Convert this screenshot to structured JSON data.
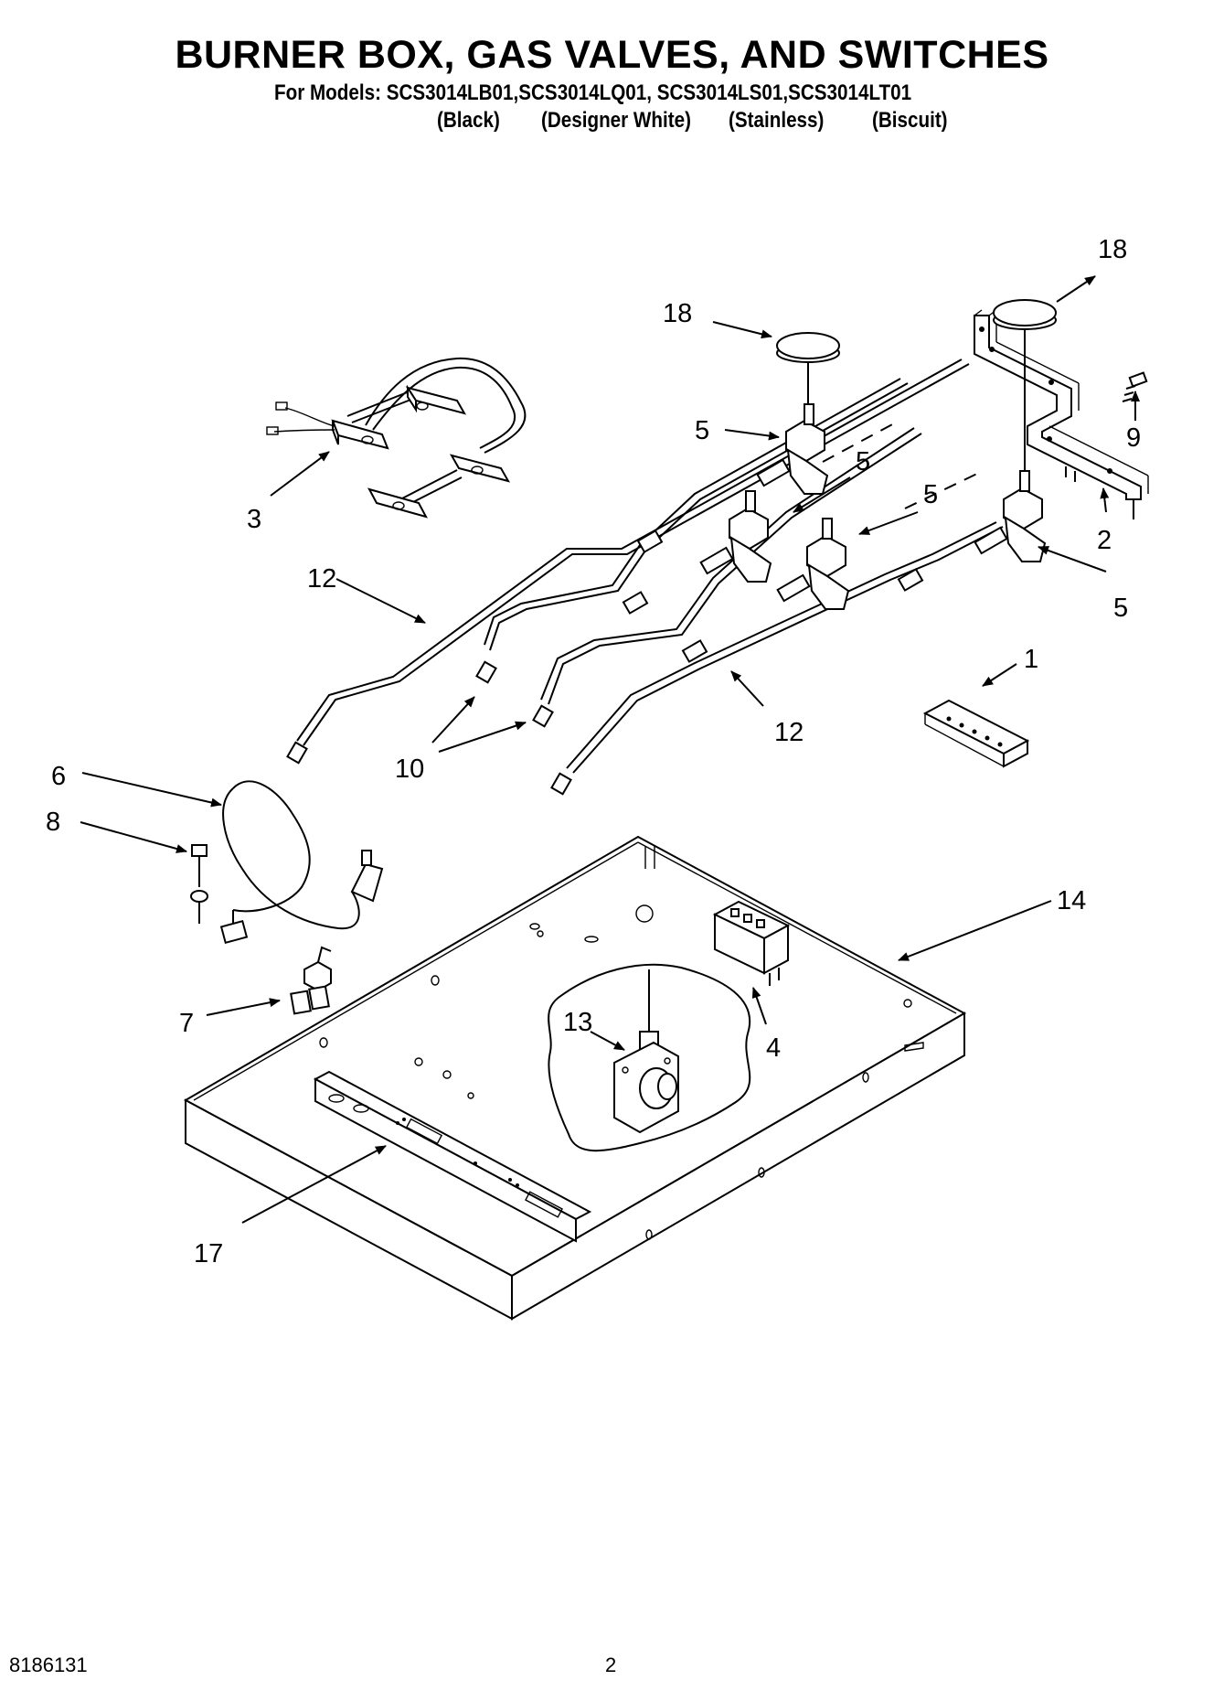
{
  "title": "BURNER BOX, GAS VALVES, AND SWITCHES",
  "models_line": "For Models: SCS3014LB01,SCS3014LQ01, SCS3014LS01,SCS3014LT01",
  "finishes": [
    "(Black)",
    "(Designer White)",
    "(Stainless)",
    "(Biscuit)"
  ],
  "callouts": [
    {
      "id": "c18a",
      "label": "18"
    },
    {
      "id": "c18b",
      "label": "18"
    },
    {
      "id": "c9",
      "label": "9"
    },
    {
      "id": "c5a",
      "label": "5"
    },
    {
      "id": "c5b",
      "label": "5"
    },
    {
      "id": "c5c",
      "label": "5"
    },
    {
      "id": "c5d",
      "label": "5"
    },
    {
      "id": "c2",
      "label": "2"
    },
    {
      "id": "c3",
      "label": "3"
    },
    {
      "id": "c12a",
      "label": "12"
    },
    {
      "id": "c12b",
      "label": "12"
    },
    {
      "id": "c1",
      "label": "1"
    },
    {
      "id": "c10",
      "label": "10"
    },
    {
      "id": "c6",
      "label": "6"
    },
    {
      "id": "c8",
      "label": "8"
    },
    {
      "id": "c14",
      "label": "14"
    },
    {
      "id": "c13",
      "label": "13"
    },
    {
      "id": "c4",
      "label": "4"
    },
    {
      "id": "c7",
      "label": "7"
    },
    {
      "id": "c17",
      "label": "17"
    }
  ],
  "footer": {
    "doc_number": "8186131",
    "page_number": "2"
  }
}
